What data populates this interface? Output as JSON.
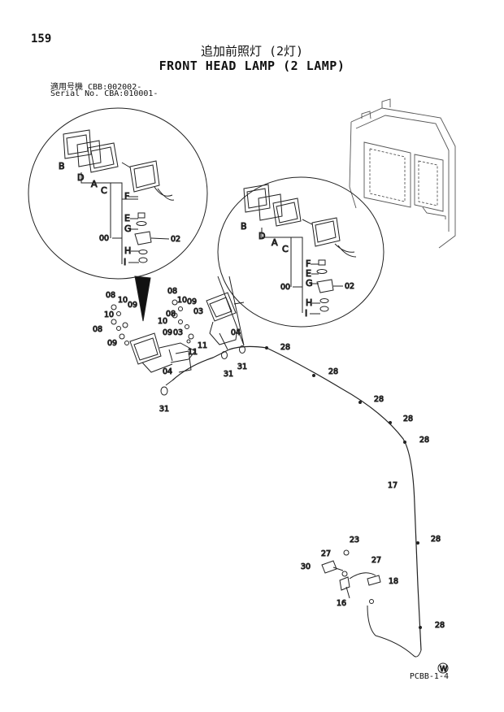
{
  "page_number": "159",
  "title_jp": "追加前照灯 (2灯)",
  "title_en": "FRONT HEAD LAMP (2 LAMP)",
  "serial": {
    "line1": "適用号機  CBB:002002-",
    "line2": "Serial No. CBA:010001-"
  },
  "letters": [
    "A",
    "B",
    "C",
    "D",
    "E",
    "F",
    "G",
    "H",
    "I"
  ],
  "part_numbers": [
    "00",
    "02",
    "03",
    "04",
    "08",
    "09",
    "10",
    "11",
    "16",
    "17",
    "18",
    "23",
    "27",
    "28",
    "30",
    "31"
  ],
  "page_code": "PCBB-1-4",
  "mark_symbol": "W"
}
